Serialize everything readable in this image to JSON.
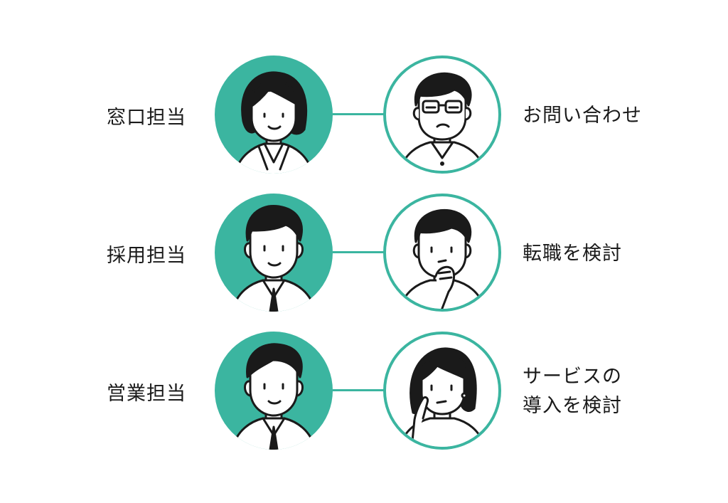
{
  "rows": [
    {
      "role": "窓口担当",
      "customer_lines": [
        "お問い合わせ"
      ]
    },
    {
      "role": "採用担当",
      "customer_lines": [
        "転職を検討"
      ]
    },
    {
      "role": "営業担当",
      "customer_lines": [
        "サービスの",
        "導入を検討"
      ]
    }
  ],
  "colors": {
    "accent": "#3bb5a0",
    "ink": "#1a1a1a"
  },
  "icons": {
    "staff": [
      "woman-staff-icon",
      "man-staff-icon",
      "man-staff-icon"
    ],
    "customer": [
      "man-glasses-worried-icon",
      "man-thinking-icon",
      "woman-thinking-icon"
    ]
  }
}
